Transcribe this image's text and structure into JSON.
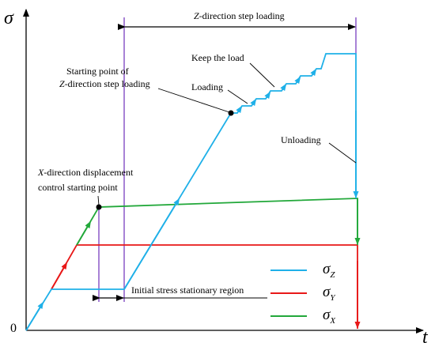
{
  "axes": {
    "y_symbol": "σ",
    "x_symbol": "t",
    "origin": "0"
  },
  "annotations": {
    "z_step_range": {
      "prefix": "Z",
      "rest": "-direction step loading"
    },
    "keep_load": "Keep the load",
    "start_z_line1": "Starting point of",
    "start_z_line2": {
      "prefix": "Z",
      "rest": "-direction step loading"
    },
    "loading": "Loading",
    "unloading": "Unloading",
    "x_disp_line1": {
      "prefix": "X",
      "rest": "-direction displacement"
    },
    "x_disp_line2": "control starting point",
    "initial_region": "Initial stress stationary region"
  },
  "legend": [
    {
      "symbol": "σ",
      "sub": "Z",
      "color": "#1fb0e8"
    },
    {
      "symbol": "σ",
      "sub": "Y",
      "color": "#e81818"
    },
    {
      "symbol": "σ",
      "sub": "X",
      "color": "#22a83a"
    }
  ],
  "colors": {
    "sigma_z": "#1fb0e8",
    "sigma_y": "#e81818",
    "sigma_x": "#22a83a",
    "marker_lines": "#7a3fc0",
    "axes": "#000000"
  }
}
